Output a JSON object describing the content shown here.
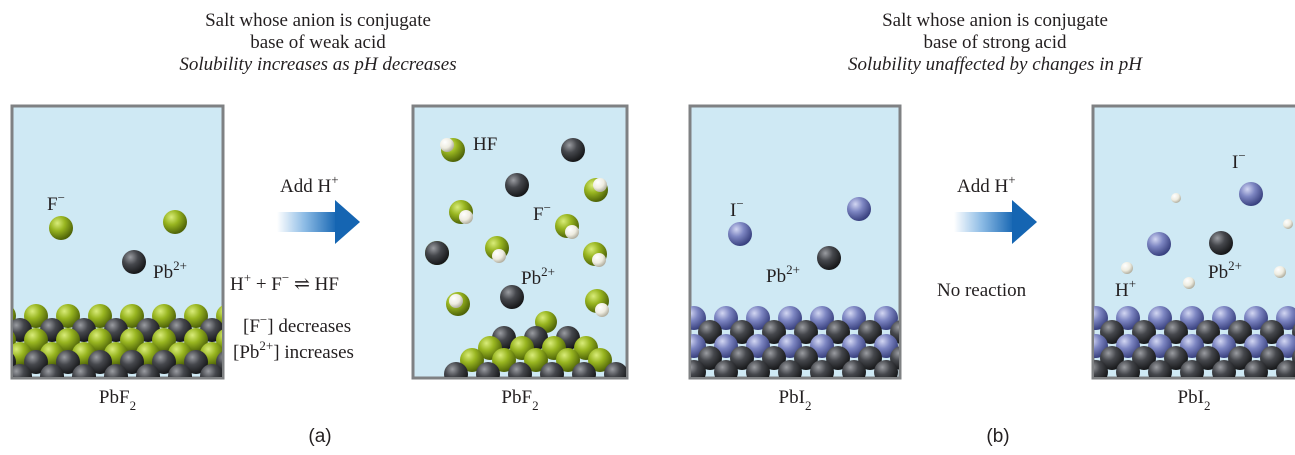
{
  "panel_a": {
    "header_line1": "Salt whose anion is conjugate",
    "header_line2": "base of weak acid",
    "header_line3": "Solubility increases as pH decreases",
    "arrow_label": "Add H",
    "arrow_label_sup": "+",
    "left_beaker": {
      "ion_f": "F",
      "ion_f_sup": "−",
      "ion_pb": "Pb",
      "ion_pb_sup": "2+",
      "caption": "PbF",
      "caption_sub": "2"
    },
    "right_beaker": {
      "label_hf": "HF",
      "ion_f": "F",
      "ion_f_sup": "−",
      "ion_pb": "Pb",
      "ion_pb_sup": "2+",
      "caption": "PbF",
      "caption_sub": "2"
    },
    "equation": {
      "h": "H",
      "h_sup": "+",
      "plus": " + ",
      "f": "F",
      "f_sup": "−",
      "arrows": " ⇌ ",
      "hf": "HF"
    },
    "note1_pre": "[F",
    "note1_sup": "−",
    "note1_post": "] decreases",
    "note2_pre": "[Pb",
    "note2_sup": "2+",
    "note2_post": "] increases",
    "panel_label": "(a)"
  },
  "panel_b": {
    "header_line1": "Salt whose anion is conjugate",
    "header_line2": "base of strong acid",
    "header_line3": "Solubility unaffected by changes in pH",
    "arrow_label": "Add H",
    "arrow_label_sup": "+",
    "no_reaction": "No reaction",
    "left_beaker": {
      "ion_i": "I",
      "ion_i_sup": "−",
      "ion_pb": "Pb",
      "ion_pb_sup": "2+",
      "caption": "PbI",
      "caption_sub": "2"
    },
    "right_beaker": {
      "ion_i": "I",
      "ion_i_sup": "−",
      "ion_h": "H",
      "ion_h_sup": "+",
      "ion_pb": "Pb",
      "ion_pb_sup": "2+",
      "caption": "PbI",
      "caption_sub": "2"
    },
    "panel_label": "(b)"
  },
  "colors": {
    "solution": "#cfe9f4",
    "beaker_frame": "#7f8183",
    "fluoride_green": "#8fae1b",
    "lead_dark": "#3a3c40",
    "iodide_purple": "#7b84bf",
    "hydrogen_white": "#f3f1e8",
    "arrow_blue": "#1f6fba"
  }
}
